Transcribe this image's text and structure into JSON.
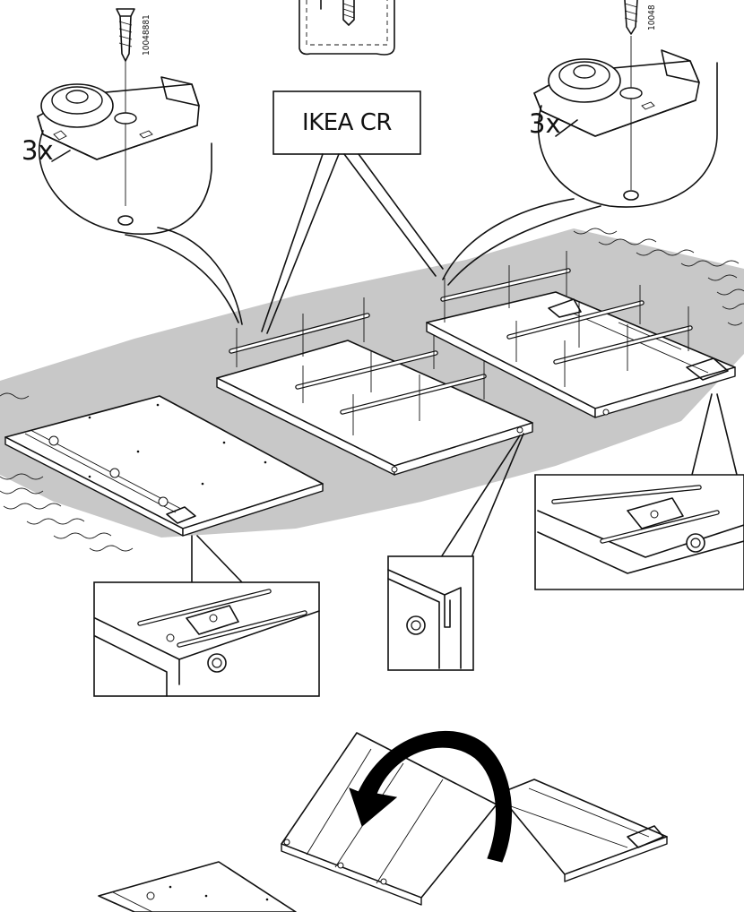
{
  "label_box": {
    "text": "IKEA CR"
  },
  "screw_callouts": [
    {
      "part_code": "10048881",
      "quantity": "3x"
    },
    {
      "part_code": "10048",
      "quantity": "3x"
    }
  ],
  "colors": {
    "floor_shadow": "#c8c8c8",
    "line": "#111111",
    "arrow": "#000000"
  }
}
